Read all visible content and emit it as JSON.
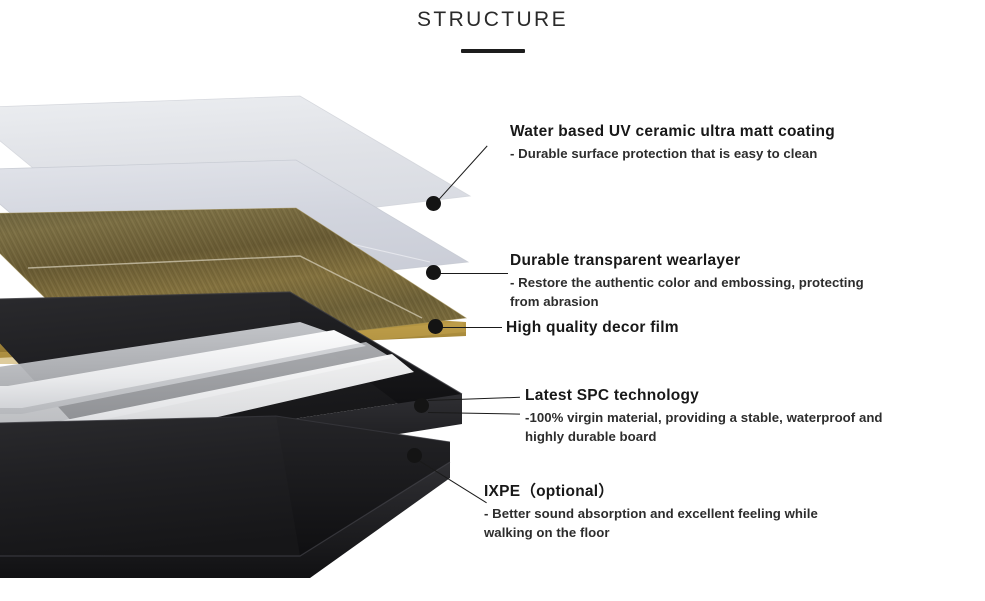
{
  "header": {
    "title": "STRUCTURE",
    "rule": "title-underline"
  },
  "diagram": {
    "name": "spc-flooring-exploded-layer-diagram",
    "layers": [
      {
        "id": "uv-coating",
        "label": "UV ceramic matt coating plane",
        "color": "#e3e5e9"
      },
      {
        "id": "wearlayer",
        "label": "Transparent wearlayer plane",
        "color": "#d2d5dc"
      },
      {
        "id": "decor-film",
        "label": "Wood decor film plane",
        "color": "#8a7a46"
      },
      {
        "id": "spc-core",
        "label": "SPC rigid core slab",
        "color": "#1f1f21"
      },
      {
        "id": "ixpe-pad",
        "label": "IXPE underlayment slab",
        "color": "#202023"
      }
    ]
  },
  "callouts": [
    {
      "id": "uv-coating",
      "title": "Water based  UV ceramic ultra matt coating",
      "body": "- Durable surface protection that is easy to clean"
    },
    {
      "id": "wearlayer",
      "title": "Durable transparent wearlayer",
      "body": "- Restore the authentic color and embossing, protecting from abrasion"
    },
    {
      "id": "decor-film",
      "title": "High quality decor film",
      "body": ""
    },
    {
      "id": "spc-core",
      "title": "Latest SPC technology",
      "body": "-100% virgin material, providing a stable, waterproof and highly durable board"
    },
    {
      "id": "ixpe-pad",
      "title": "IXPE（optional）",
      "body": "- Better sound absorption and excellent feeling while walking on the floor"
    }
  ],
  "colors": {
    "background": "#ffffff",
    "text": "#181818",
    "rule": "#1d1d1d",
    "dot": "#141414"
  }
}
